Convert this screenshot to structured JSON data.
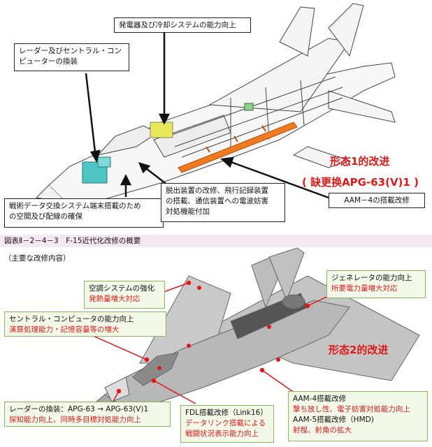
{
  "top": {
    "callout_generator": "発電器及び冷却システムの能力向上",
    "callout_radar_line1": "レーダー及びセントラル・コン",
    "callout_radar_line2": "ピューターの換装",
    "callout_tactical_line1": "戦術データ交換システム端末搭載のため",
    "callout_tactical_line2": "の空間及び配線の確保",
    "callout_ejection_line1": "脱出装置の改修、飛行記録装置",
    "callout_ejection_line2": "の搭載、通信装置への電波妨害",
    "callout_ejection_line3": "対処機能付加",
    "callout_aam4": "AAM－4の搭載改修",
    "form1_title": "形态1的改进",
    "form1_sub": "( 缺更换APG-63(V)1 )"
  },
  "figure_caption": "図表Ⅱ－2－4－3　F-15近代化改修の概要",
  "section_label": "（主要な改修内容）",
  "bottom": {
    "aircon_title": "空調システムの強化",
    "aircon_sub": "発熱量増大対応",
    "generator_title": "ジェネレータの能力向上",
    "generator_sub": "所要電力量増大対応",
    "computer_title": "セントラル・コンピュータの能力向上",
    "computer_sub": "演算処理能力・記憶容量等の増大",
    "form2_title": "形态2的改进",
    "radar_title": "レーダーの換装：APG-63 → APG-63(V)1",
    "radar_sub": "探知能力向上、同時多目標対処能力向上",
    "fdl_title": "FDL搭載改修（Link16）",
    "fdl_sub1": "データリンク搭載による",
    "fdl_sub2": "戦闘状況表示能力向上",
    "aam_title1": "AAM-4搭載改修",
    "aam_sub1": "撃ち放し性、電子妨害対処能力向上",
    "aam_title2": "AAM-5搭載改修（HMD)",
    "aam_sub2": "射程、射角の拡大"
  },
  "colors": {
    "red": "#e01818",
    "caption_bg": "#f6e8f1",
    "box_green": "#f3f9e8",
    "orange_missile": "#f07a20"
  }
}
